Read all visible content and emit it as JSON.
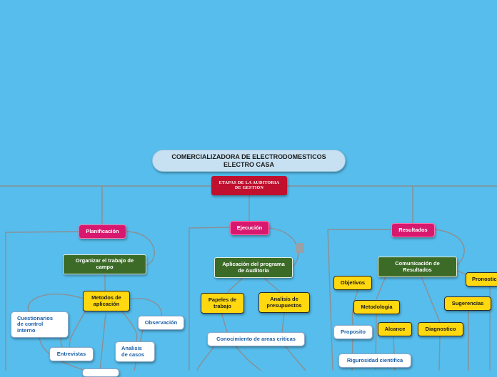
{
  "root": {
    "title": "COMERCIALIZADORA DE ELECTRODOMESTICOS ELECTRO CASA"
  },
  "stages": {
    "title": "ETAPAS DE LA AUDITORIA DE GESTION"
  },
  "branches": {
    "planificacion": {
      "label": "Planificación",
      "organizar": "Organizar el trabajo de campo",
      "metodos": "Metodos de aplicación",
      "cuestionarios": "Cuestionarios de control interno",
      "observacion": "Observación",
      "entrevistas": "Entrevistas",
      "analisis_casos": "Analisis de casos"
    },
    "ejecucion": {
      "label": "Ejecución",
      "aplicacion": "Aplicación del programa de Auditoria",
      "papeles": "Papeles de trabajo",
      "presupuestos": "Analisis de presupuestos",
      "conocimiento": "Conocimiento de areas criticas"
    },
    "resultados": {
      "label": "Resultados",
      "comunicacion": "Comunicación de Resultados",
      "objetivos": "Objetivos",
      "metodologia": "Metodologia",
      "proposito": "Proposito",
      "alcance": "Alcance",
      "diagnostico": "Diagnostico",
      "rigurosidad": "Rigurosidad cientifica",
      "sugerencias": "Sugerencias",
      "pronostico": "Pronostico"
    }
  },
  "colors": {
    "background": "#57bdec",
    "link": "#8a8f94",
    "root": "#c7e1f2",
    "stages": "#c0102e",
    "branch": "#d8186e",
    "subtopic": "#3c6b28",
    "detail": "#ffd810",
    "leaf": "#ffffff"
  }
}
